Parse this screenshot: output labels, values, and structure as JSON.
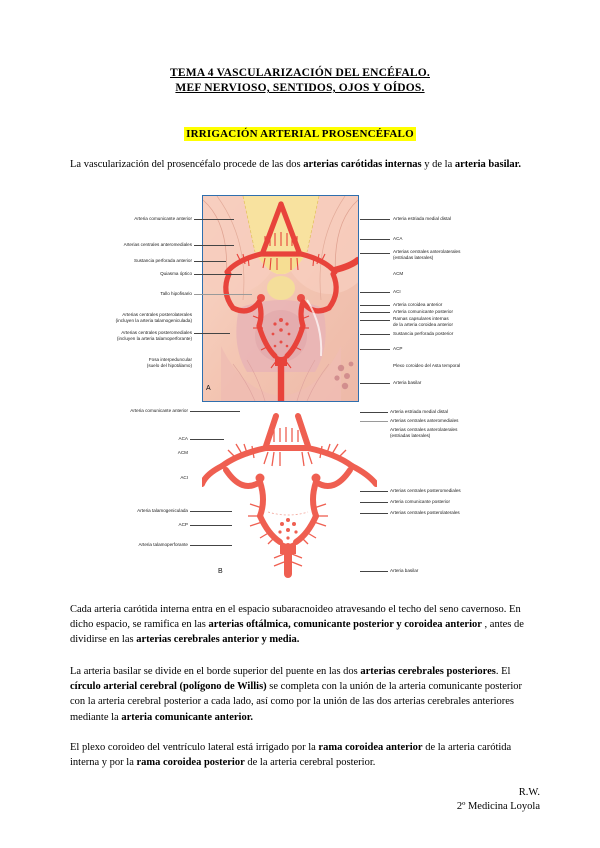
{
  "document": {
    "title_lines": [
      "TEMA 4 VASCULARIZACIÓN DEL ENCÉFALO.",
      "MEF NERVIOSO, SENTIDOS, OJOS Y OÍDOS."
    ],
    "section_heading": "IRRIGACIÓN ARTERIAL PROSENCÉFALO",
    "highlight_color": "#ffff00"
  },
  "paragraphs": {
    "intro": {
      "p1": "La vascularización del prosencéfalo procede de las dos ",
      "b1": "arterias carótidas internas",
      "p2": " y de la ",
      "b2": "arteria basilar."
    },
    "carotida": {
      "p1": "Cada arteria carótida interna entra en el espacio subaracnoideo atravesando el techo del seno cavernoso. En dicho espacio, se ramifica en las ",
      "b1": "arterias oftálmica, comunicante posterior y coroidea anterior",
      "p2": " , antes de dividirse en las ",
      "b2": "arterias cerebrales anterior y media."
    },
    "basilar": {
      "p1": "La arteria basilar se divide en el borde superior del puente en las dos ",
      "b1": "arterias cerebrales posteriores",
      "p2": ". El ",
      "b2": "círculo arterial cerebral (polígono de Willis)",
      "p3": " se completa con la unión de la arteria comunicante posterior con la arteria cerebral posterior a cada lado, así como por la unión de las dos arterias cerebrales anteriores mediante la ",
      "b3": "arteria comunicante anterior."
    },
    "plexo": {
      "p1": "El plexo coroideo del ventrículo lateral está irrigado por la ",
      "b1": "rama coroidea anterior",
      "p2": " de la arteria carótida interna y por la ",
      "b2": "rama coroidea posterior",
      "p3": " de la arteria cerebral posterior."
    }
  },
  "figure_a": {
    "panel_letter": "A",
    "labels_left": [
      "Arteria comunicante anterior",
      "Arterias centrales anteromediales",
      "Sustancia perforada anterior",
      "Quiasma óptico",
      "Tallo hipofisario",
      "Arterias centrales posterolaterales\n(incluyen la arteria talamogeniculada)",
      "Arterias centrales posteromediales\n(incluyen la arteria talamoperforante)",
      "Fosa interpeduncular\n(suelo del hipotálamo)"
    ],
    "labels_right": [
      "Arteria estriada medial distal",
      "ACA",
      "Arterias centrales anterolaterales\n(estriadas laterales)",
      "ACM",
      "ACI",
      "Arteria coroidea anterior",
      "Arteria comunicante posterior",
      "Ramas capsulares internas\nde la arteria coroidea anterior",
      "Sustancia perforada posterior",
      "ACP",
      "Plexo coroideo del Asta temporal",
      "Arteria basilar"
    ]
  },
  "figure_b": {
    "panel_letter": "B",
    "labels_left": [
      "Arteria comunicante anterior",
      "ACA",
      "ACM",
      "ACI",
      "Arteria talamogeniculada",
      "ACP",
      "Arteria talamoperforante"
    ],
    "labels_right": [
      "Arteria estriada medial distal",
      "Arterias centrales anteromediales",
      "Arterias centrales anterolaterales\n(estriadas laterales)",
      "Arterias centrales posteromediales",
      "Arteria comunicante posterior",
      "Arterias centrales posterolaterales",
      "Arteria basilar"
    ]
  },
  "footer": {
    "author": "R.W.",
    "course": "2º Medicina Loyola"
  }
}
